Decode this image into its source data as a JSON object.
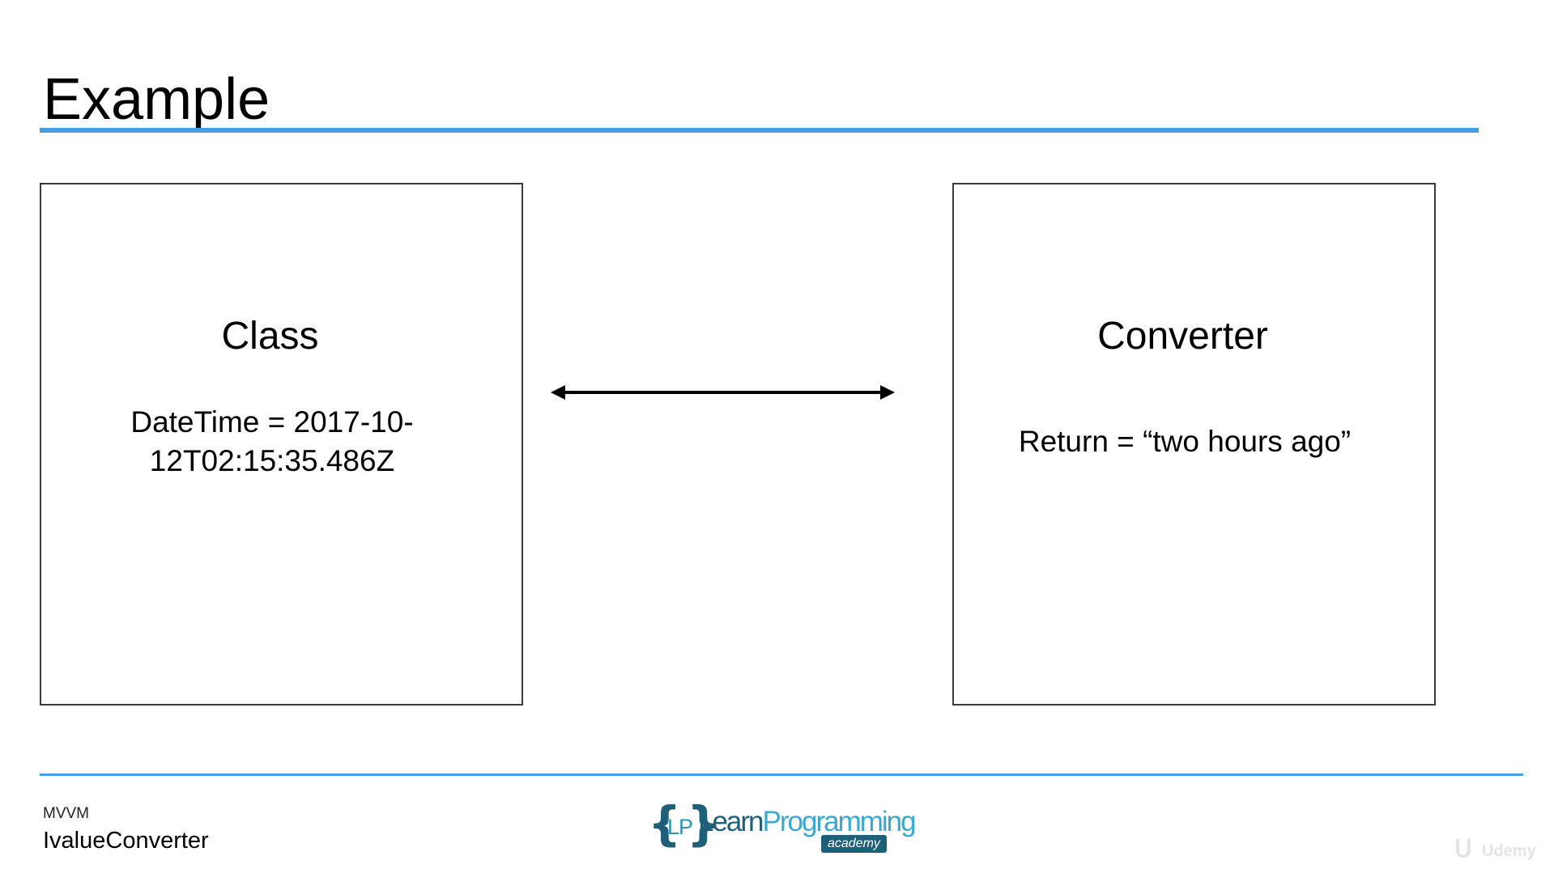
{
  "slide": {
    "title": "Example"
  },
  "left_box": {
    "heading": "Class",
    "body": "DateTime = 2017-10-12T02:15:35.486Z"
  },
  "right_box": {
    "heading": "Converter",
    "body": "Return = “two hours ago”"
  },
  "connector": {
    "icon": "double-headed-arrow-icon",
    "direction": "bidirectional"
  },
  "footer": {
    "section_label": "MVVM",
    "topic_label": "IvalueConverter",
    "logo": {
      "brace_open": "{",
      "initials": "LP",
      "brace_close": "}",
      "name_part1": "Learn",
      "name_part2": "Programming",
      "badge": "academy"
    },
    "watermark": "Udemy"
  },
  "colors": {
    "accent_rule": "#4a9de0",
    "box_border": "#3a3a3a",
    "logo_dark": "#1f5f78",
    "logo_light": "#3aa8cf"
  }
}
